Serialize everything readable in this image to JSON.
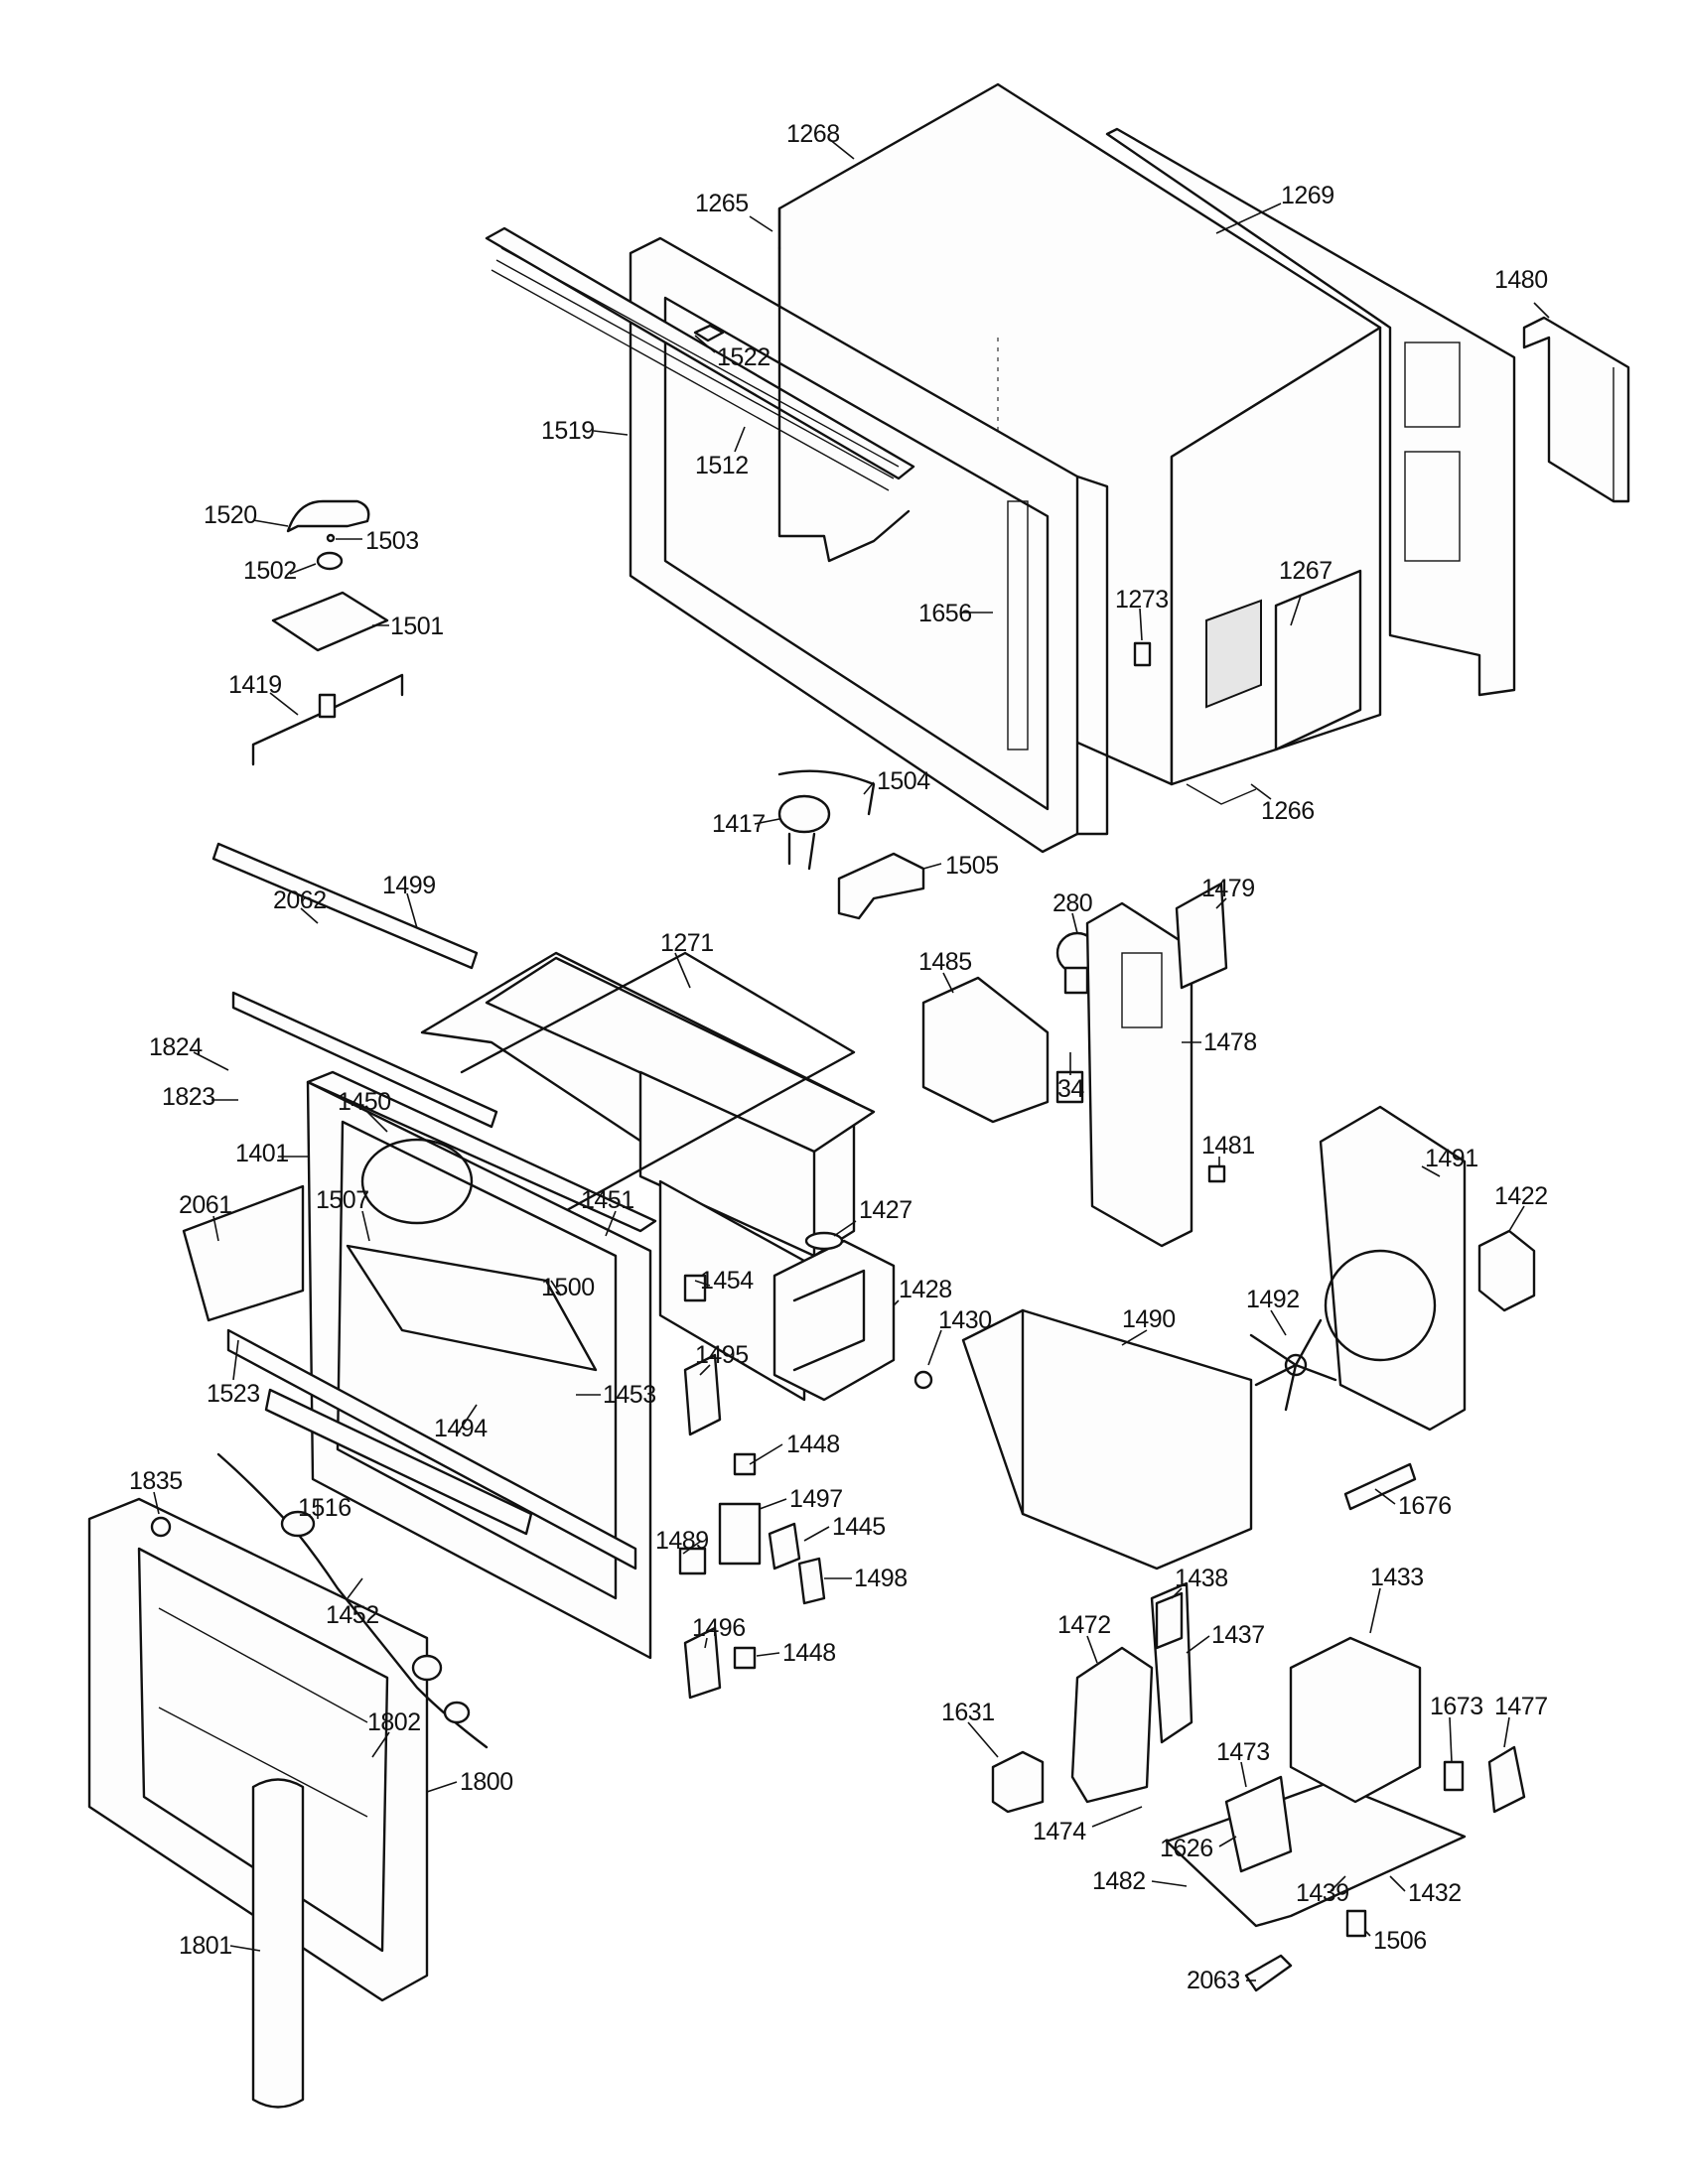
{
  "callouts": [
    {
      "id": "c1268",
      "text": "1268"
    },
    {
      "id": "c1269",
      "text": "1269"
    },
    {
      "id": "c1265",
      "text": "1265"
    },
    {
      "id": "c1480",
      "text": "1480"
    },
    {
      "id": "c1522",
      "text": "1522"
    },
    {
      "id": "c1519",
      "text": "1519"
    },
    {
      "id": "c1512",
      "text": "1512"
    },
    {
      "id": "c1520",
      "text": "1520"
    },
    {
      "id": "c1503",
      "text": "1503"
    },
    {
      "id": "c1502",
      "text": "1502"
    },
    {
      "id": "c1501",
      "text": "1501"
    },
    {
      "id": "c1419",
      "text": "1419"
    },
    {
      "id": "c1656",
      "text": "1656"
    },
    {
      "id": "c1273",
      "text": "1273"
    },
    {
      "id": "c1267",
      "text": "1267"
    },
    {
      "id": "c1266",
      "text": "1266"
    },
    {
      "id": "c1504",
      "text": "1504"
    },
    {
      "id": "c1417",
      "text": "1417"
    },
    {
      "id": "c1505",
      "text": "1505"
    },
    {
      "id": "c1499",
      "text": "1499"
    },
    {
      "id": "c2062",
      "text": "2062"
    },
    {
      "id": "c1271",
      "text": "1271"
    },
    {
      "id": "c280",
      "text": "280"
    },
    {
      "id": "c1479",
      "text": "1479"
    },
    {
      "id": "c1485",
      "text": "1485"
    },
    {
      "id": "c1478",
      "text": "1478"
    },
    {
      "id": "c34",
      "text": "34"
    },
    {
      "id": "c1824",
      "text": "1824"
    },
    {
      "id": "c1823",
      "text": "1823"
    },
    {
      "id": "c1450",
      "text": "1450"
    },
    {
      "id": "c1401",
      "text": "1401"
    },
    {
      "id": "c1481",
      "text": "1481"
    },
    {
      "id": "c1491",
      "text": "1491"
    },
    {
      "id": "c2061",
      "text": "2061"
    },
    {
      "id": "c1507",
      "text": "1507"
    },
    {
      "id": "c1451",
      "text": "1451"
    },
    {
      "id": "c1427",
      "text": "1427"
    },
    {
      "id": "c1422",
      "text": "1422"
    },
    {
      "id": "c1454",
      "text": "1454"
    },
    {
      "id": "c1500",
      "text": "1500"
    },
    {
      "id": "c1428",
      "text": "1428"
    },
    {
      "id": "c1492",
      "text": "1492"
    },
    {
      "id": "c1430",
      "text": "1430"
    },
    {
      "id": "c1490",
      "text": "1490"
    },
    {
      "id": "c1495",
      "text": "1495"
    },
    {
      "id": "c1523",
      "text": "1523"
    },
    {
      "id": "c1453",
      "text": "1453"
    },
    {
      "id": "c1494",
      "text": "1494"
    },
    {
      "id": "c1448a",
      "text": "1448"
    },
    {
      "id": "c1835",
      "text": "1835"
    },
    {
      "id": "c1497",
      "text": "1497"
    },
    {
      "id": "c1516",
      "text": "1516"
    },
    {
      "id": "c1676",
      "text": "1676"
    },
    {
      "id": "c1445",
      "text": "1445"
    },
    {
      "id": "c1489",
      "text": "1489"
    },
    {
      "id": "c1498",
      "text": "1498"
    },
    {
      "id": "c1452",
      "text": "1452"
    },
    {
      "id": "c1438",
      "text": "1438"
    },
    {
      "id": "c1433",
      "text": "1433"
    },
    {
      "id": "c1496",
      "text": "1496"
    },
    {
      "id": "c1448b",
      "text": "1448"
    },
    {
      "id": "c1472",
      "text": "1472"
    },
    {
      "id": "c1437",
      "text": "1437"
    },
    {
      "id": "c1631",
      "text": "1631"
    },
    {
      "id": "c1802",
      "text": "1802"
    },
    {
      "id": "c1673",
      "text": "1673"
    },
    {
      "id": "c1477",
      "text": "1477"
    },
    {
      "id": "c1800",
      "text": "1800"
    },
    {
      "id": "c1473",
      "text": "1473"
    },
    {
      "id": "c1474",
      "text": "1474"
    },
    {
      "id": "c1626",
      "text": "1626"
    },
    {
      "id": "c1482",
      "text": "1482"
    },
    {
      "id": "c1439",
      "text": "1439"
    },
    {
      "id": "c1432",
      "text": "1432"
    },
    {
      "id": "c1801",
      "text": "1801"
    },
    {
      "id": "c1506",
      "text": "1506"
    },
    {
      "id": "c2063",
      "text": "2063"
    }
  ]
}
